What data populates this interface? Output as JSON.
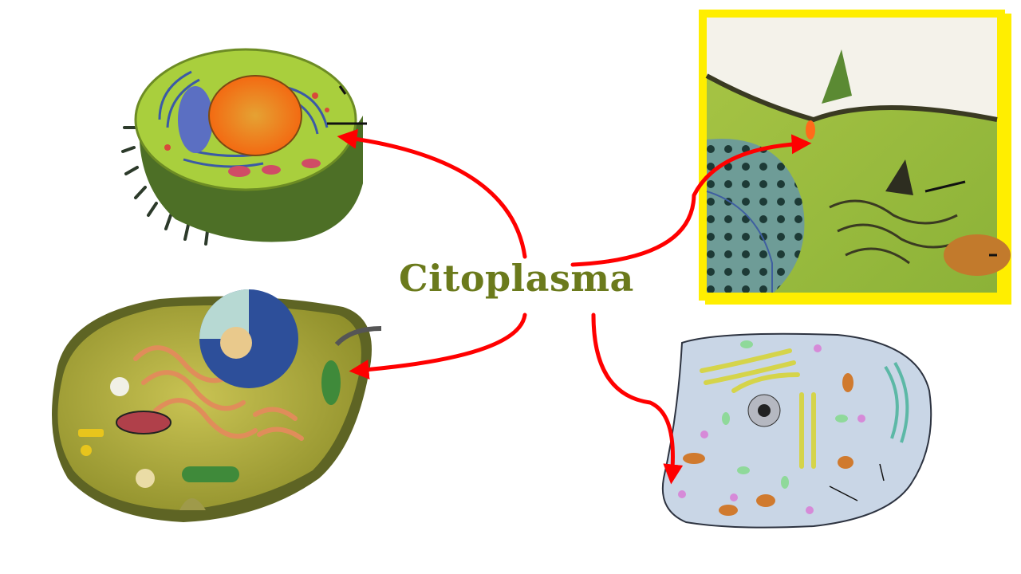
{
  "title": {
    "text": "Citoplasma"
  },
  "colors": {
    "title": "#6b7a1c",
    "arrow": "#ff0000",
    "highlight_frame": "#ffee00",
    "cytoplasm_green": "#9fc63a",
    "cytoplasm_olive": "#a8a43c",
    "cytoplasm_blue": "#c9d6e6"
  },
  "illustrations": [
    {
      "name": "cell-cross-section-green",
      "kind": "illustration"
    },
    {
      "name": "cell-3d-olive",
      "kind": "illustration"
    },
    {
      "name": "cell-detail-zoom",
      "kind": "illustration",
      "frame": "yellow"
    },
    {
      "name": "cell-diagram-blue",
      "kind": "illustration"
    }
  ],
  "arrows": [
    {
      "from": "title",
      "to": "cell-cross-section-green"
    },
    {
      "from": "title",
      "to": "cell-3d-olive"
    },
    {
      "from": "title",
      "to": "cell-detail-zoom"
    },
    {
      "from": "title",
      "to": "cell-diagram-blue"
    }
  ]
}
